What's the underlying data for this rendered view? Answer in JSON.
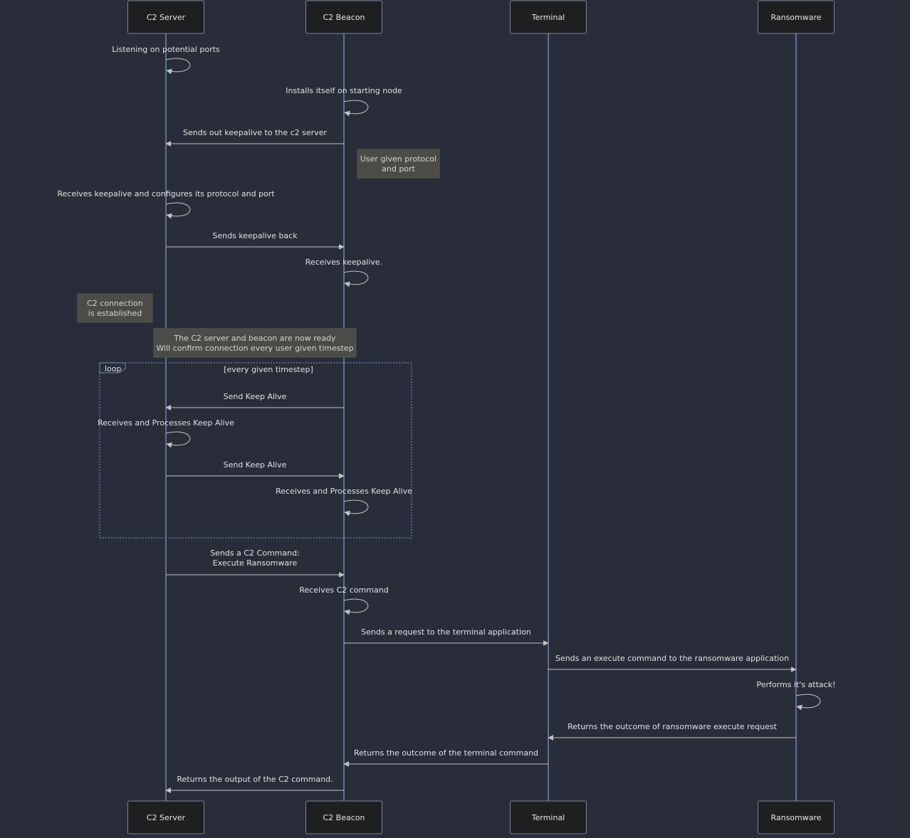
{
  "actors": [
    {
      "id": "server",
      "label": "C2 Server"
    },
    {
      "id": "beacon",
      "label": "C2 Beacon"
    },
    {
      "id": "terminal",
      "label": "Terminal"
    },
    {
      "id": "ransomware",
      "label": "Ransomware"
    }
  ],
  "messages": [
    {
      "from": "server",
      "to": "server",
      "text": "Listening on potential ports"
    },
    {
      "from": "beacon",
      "to": "beacon",
      "text": "Installs itself on starting node"
    },
    {
      "from": "beacon",
      "to": "server",
      "text": "Sends out keepalive to the c2 server"
    },
    {
      "from": "server",
      "to": "server",
      "text": "Receives keepalive and configures its protocol and port"
    },
    {
      "from": "server",
      "to": "beacon",
      "text": "Sends keepalive back"
    },
    {
      "from": "beacon",
      "to": "beacon",
      "text": "Receives keepalive."
    },
    {
      "from": "beacon",
      "to": "server",
      "text": "Send Keep Alive"
    },
    {
      "from": "server",
      "to": "server",
      "text": "Receives and Processes Keep Alive"
    },
    {
      "from": "server",
      "to": "beacon",
      "text": "Send Keep Alive"
    },
    {
      "from": "beacon",
      "to": "beacon",
      "text": "Receives and Processes Keep Alive"
    },
    {
      "from": "server",
      "to": "beacon",
      "text": "Sends a C2 Command:\nExecute Ransomware"
    },
    {
      "from": "beacon",
      "to": "beacon",
      "text": "Receives C2 command"
    },
    {
      "from": "beacon",
      "to": "terminal",
      "text": "Sends a request to the terminal application"
    },
    {
      "from": "terminal",
      "to": "ransomware",
      "text": "Sends an execute command to the ransomware application"
    },
    {
      "from": "ransomware",
      "to": "ransomware",
      "text": "Performs it's attack!"
    },
    {
      "from": "ransomware",
      "to": "terminal",
      "text": "Returns the outcome of ransomware execute request"
    },
    {
      "from": "terminal",
      "to": "beacon",
      "text": "Returns the outcome of the terminal command"
    },
    {
      "from": "beacon",
      "to": "server",
      "text": "Returns the output of the C2 command."
    }
  ],
  "notes": [
    {
      "text": "User given protocol\nand port"
    },
    {
      "text": "C2 connection\nis established"
    },
    {
      "text": "The C2 server and beacon are now ready\nWill confirm connection every user given timestep"
    }
  ],
  "loop": {
    "label": "loop",
    "condition": "[every given timestep]"
  },
  "colors": {
    "background": "#282d39",
    "actor_fill": "#1e1f21",
    "lifeline": "#7d9ed4",
    "message": "#c4c4c4",
    "note_fill": "#4b4b47",
    "loop_border": "#6f86b3"
  }
}
